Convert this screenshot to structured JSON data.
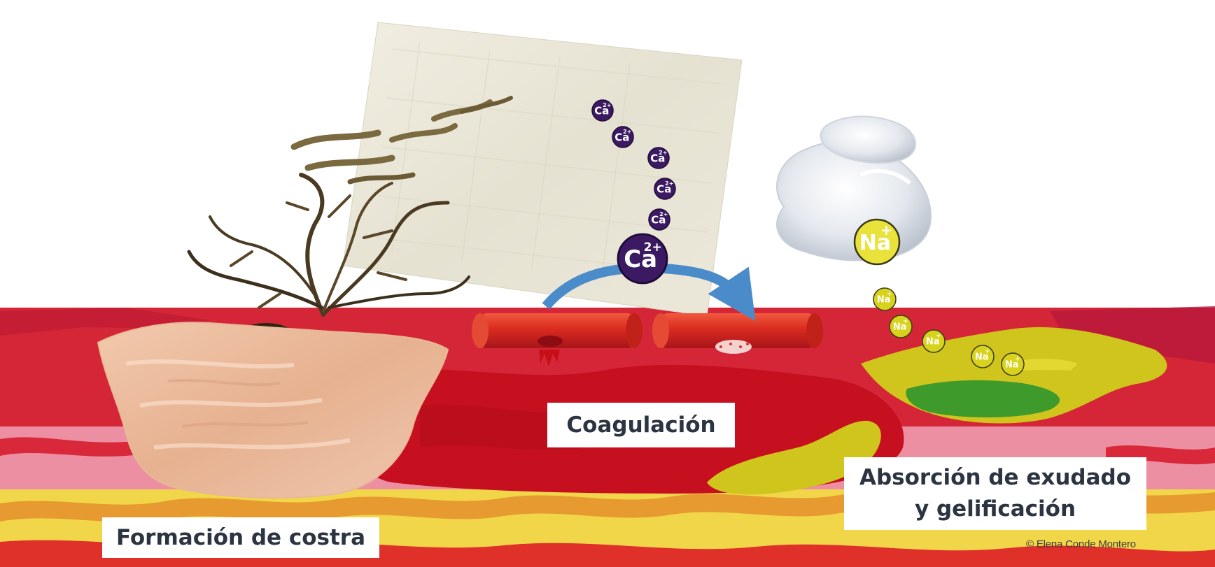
{
  "labels": {
    "coagulation": "Coagulación",
    "scab": "Formación de costra",
    "absorption_line1": "Absorción de exudado",
    "absorption_line2": "y gelificación",
    "credit": "© Elena Conde Montero"
  },
  "ions": {
    "calcium_symbol": "Ca",
    "calcium_charge": "2+",
    "sodium_symbol": "Na",
    "sodium_charge": "+"
  },
  "colors": {
    "calcium": "#3b1a63",
    "sodium": "#d7d21c",
    "blood": "#cc1a24",
    "tissue": "#d52638",
    "exudate": "#cfc51c",
    "gel": "#3f9a2c"
  }
}
